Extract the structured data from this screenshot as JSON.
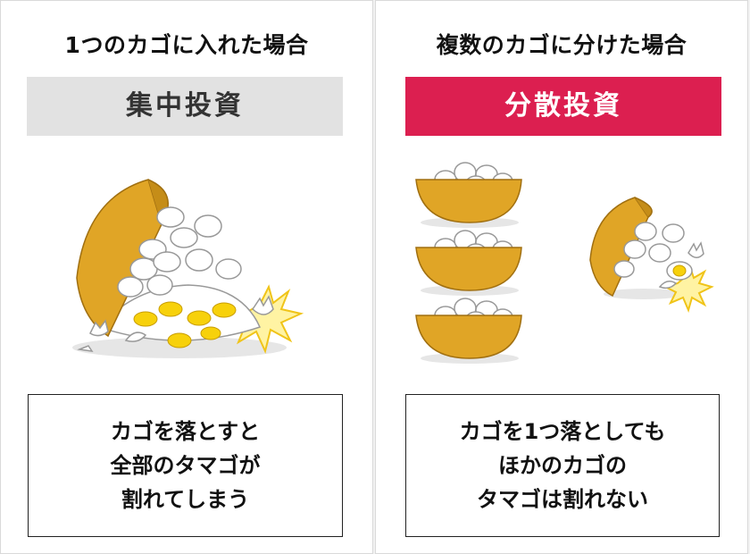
{
  "left": {
    "heading": "1つのカゴに入れた場合",
    "banner": "集中投資",
    "caption_lines": [
      "カゴを落とすと",
      "全部のタマゴが",
      "割れてしまう"
    ],
    "banner_bg": "#e2e2e2",
    "banner_fg": "#333333"
  },
  "right": {
    "heading": "複数のカゴに分けた場合",
    "banner": "分散投資",
    "caption_lines": [
      "カゴを1つ落としても",
      "ほかのカゴの",
      "タマゴは割れない"
    ],
    "banner_bg": "#dc1f50",
    "banner_fg": "#ffffff"
  },
  "colors": {
    "basket": "#e0a526",
    "basket_dark": "#a06f10",
    "egg": "#ffffff",
    "yolk": "#f7d10b",
    "burst": "#fff3a3"
  }
}
